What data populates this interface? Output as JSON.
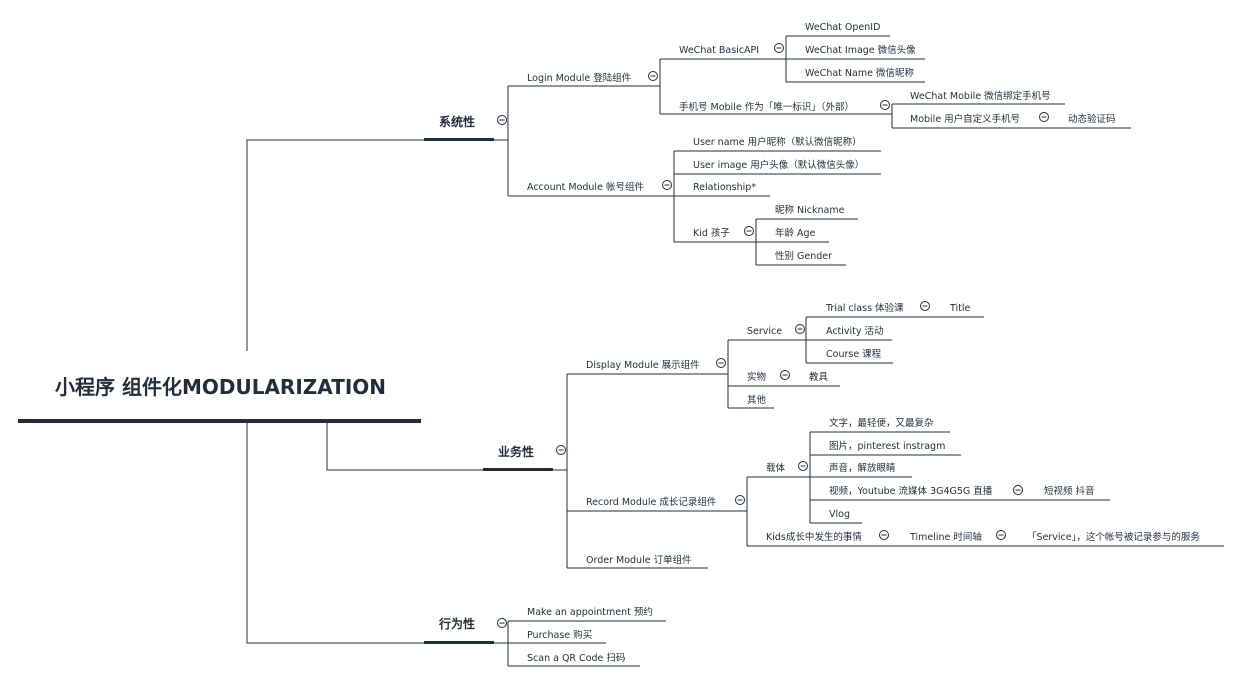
{
  "root": "小程序 组件化MODULARIZATION",
  "branches": {
    "system": {
      "label": "系统性",
      "login": {
        "label": "Login Module 登陆组件",
        "basic_api": {
          "label": "WeChat BasicAPI",
          "items": [
            "WeChat OpenID",
            "WeChat Image 微信头像",
            "WeChat Name 微信昵称"
          ]
        },
        "mobile": {
          "label": "手机号 Mobile 作为「唯一标识」（外部）",
          "wechat_mobile": "WeChat Mobile 微信绑定手机号",
          "custom_mobile": "Mobile 用户自定义手机号",
          "sms_code": "动态验证码"
        }
      },
      "account": {
        "label": "Account Module 帐号组件",
        "username": "User name 用户昵称（默认微信昵称）",
        "userimage": "User image 用户头像（默认微信头像）",
        "relationship": "Relationship*",
        "kid": {
          "label": "Kid 孩子",
          "items": [
            "昵称 Nickname",
            "年龄 Age",
            "性别 Gender"
          ]
        }
      }
    },
    "business": {
      "label": "业务性",
      "display": {
        "label": "Display Module 展示组件",
        "service": {
          "label": "Service",
          "trial": "Trial class 体验课",
          "trial_title": "Title",
          "activity": "Activity 活动",
          "course": "Course 课程"
        },
        "physical": {
          "label": "实物",
          "child": "教具"
        },
        "other": "其他"
      },
      "record": {
        "label": "Record Module 成长记录组件",
        "carrier": {
          "label": "载体",
          "text": "文字，最轻便，又最复杂",
          "image": "图片，pinterest instragm",
          "audio": "声音，解放眼睛",
          "video": "视频，Youtube 流媒体 3G4G5G 直播",
          "short_video": "短视频 抖音",
          "vlog": "Vlog"
        },
        "kids": {
          "label": "Kids成长中发生的事情",
          "timeline": "Timeline 时间轴",
          "service_note": "「Service」，这个帐号被记录参与的服务"
        }
      },
      "order": "Order Module 订单组件"
    },
    "behavior": {
      "label": "行为性",
      "items": [
        "Make an appointment 预约",
        "Purchase 购买",
        "Scan a QR Code 扫码"
      ]
    }
  }
}
